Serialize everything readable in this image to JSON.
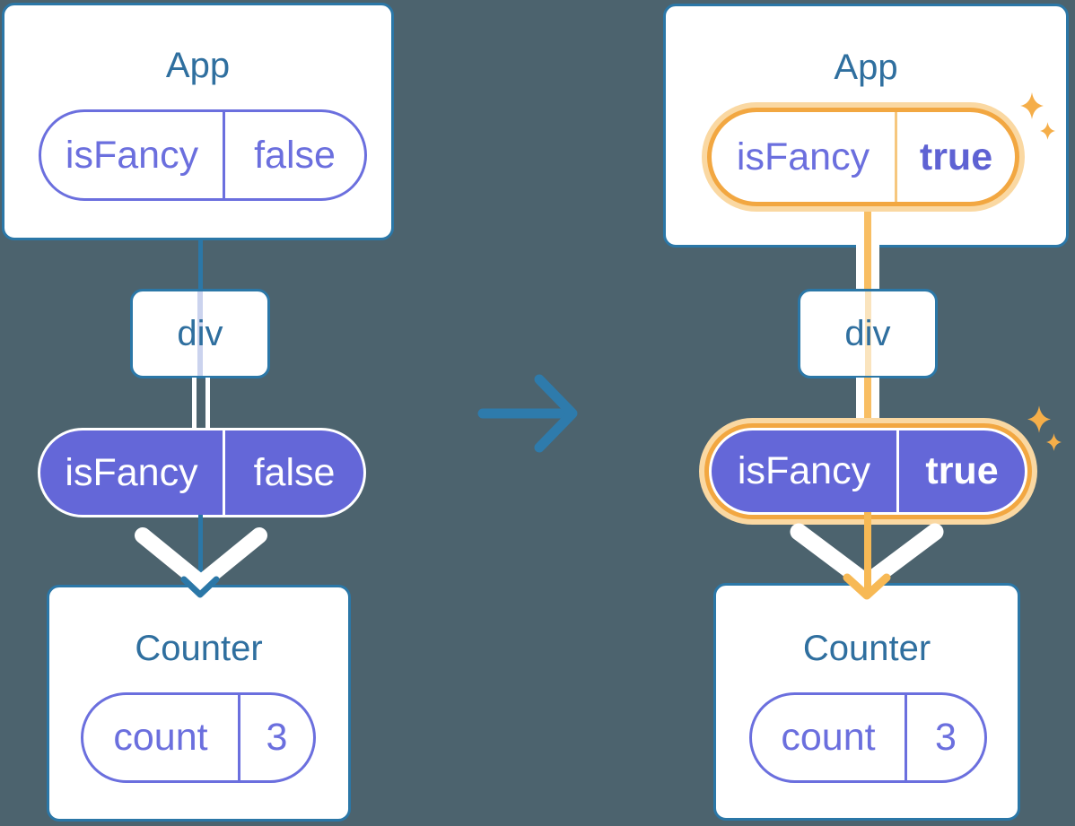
{
  "diagram": {
    "description_colors": {
      "background": "#4C636E",
      "card_border_teal": "#2B77A7",
      "label_text_blue": "#2F6F9F",
      "purple_outline": "#6B6FDE",
      "purple_fill": "#6467D8",
      "purple_bold_value": "#5E62D3",
      "highlight_orange": "#F2A741",
      "highlight_orange_pale": "#FAD8A2",
      "flow_stripe_orange": "#F8BE63",
      "arrow_orange": "#F7B955",
      "sparkle_orange": "#F5AE49",
      "prop_trace_lavender": "#CBD3EE",
      "prop_trace_pale_orange": "#FAE4BE",
      "transition_arrow_blue": "#2E7BAC"
    },
    "before": {
      "app": {
        "title": "App",
        "state_key": "isFancy",
        "state_value": "false"
      },
      "div": {
        "label": "div"
      },
      "prop": {
        "key": "isFancy",
        "value": "false"
      },
      "counter": {
        "title": "Counter",
        "state_key": "count",
        "state_value": "3"
      }
    },
    "after": {
      "app": {
        "title": "App",
        "state_key": "isFancy",
        "state_value": "true"
      },
      "div": {
        "label": "div"
      },
      "prop": {
        "key": "isFancy",
        "value": "true"
      },
      "counter": {
        "title": "Counter",
        "state_key": "count",
        "state_value": "3"
      }
    }
  }
}
